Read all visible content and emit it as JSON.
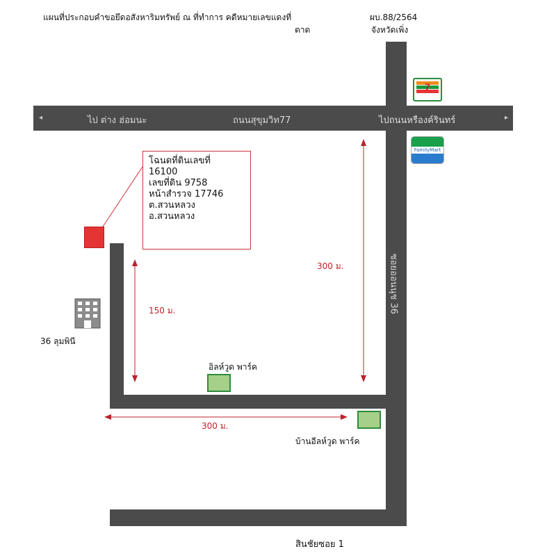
{
  "header": {
    "title": "แผนที่ประกอบคำขอยึดอสังหาริมทรัพย์ ณ ที่ทำการ คดีหมายเลขแดงที่",
    "title_sub": "ตาด",
    "case_no": "ผบ.88/2564",
    "case_sub": "จังหวัดเพิ่ง"
  },
  "roads": {
    "main_left": "ไป ต่าง ฮ่อมนะ",
    "main_center": "ถนนสุขุมวิท77",
    "main_right": "ไปถนนหรืองค์รินทร์",
    "vertical_right": "ซอยออนนุช 36",
    "bottom_label": "สินชัยซอย 1"
  },
  "land_info": {
    "line1": "โฉนดที่ดินเลขที่",
    "line2": "16100",
    "line3": "เลขที่ดิน 9758",
    "line4": "หน้าสำรวจ 17746",
    "line5": "ต.สวนหลวง",
    "line6": "อ.สวนหลวง"
  },
  "distances": {
    "vertical_right": "300 ม.",
    "vertical_left": "150 ม.",
    "horizontal_bottom": "300 ม."
  },
  "landmarks": {
    "building": "36 ลุมพินี",
    "park": "อิลห์วูด พาร์ค",
    "park_village": "บ้านอีลห์วูด พาร์ค",
    "seven_eleven_icon": "seven-eleven-icon",
    "familymart_icon": "familymart-icon",
    "familymart_text": "FamilyMart"
  },
  "colors": {
    "road": "#4b4b4b",
    "marker": "#e53434",
    "distance": "#c0202a",
    "park": "#a6d08a"
  }
}
